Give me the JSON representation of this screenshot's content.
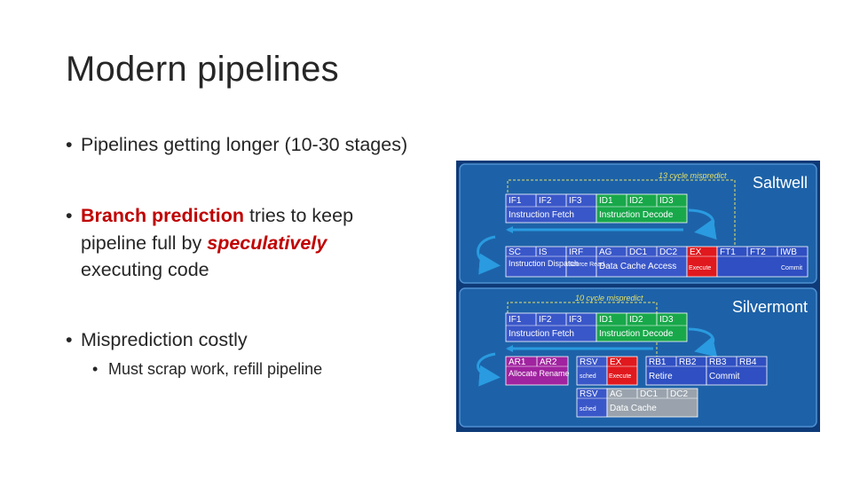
{
  "title": "Modern pipelines",
  "bullets": [
    {
      "text": "Pipelines getting longer (10-30 stages)"
    },
    {
      "line1_red": "Branch prediction",
      "line1_rest": " tries to keep",
      "line2_pre": "pipeline full by ",
      "line2_red": "speculatively",
      "line3": "executing code"
    },
    {
      "text": "Misprediction costly",
      "sub": "Must scrap work, refill pipeline"
    }
  ],
  "diagram": {
    "saltwell": {
      "name": "Saltwell",
      "mispredict": "13 cycle mispredict",
      "row1_stages": [
        "IF1",
        "IF2",
        "IF3",
        "ID1",
        "ID2",
        "ID3"
      ],
      "row1_groups": [
        "Instruction Fetch",
        "Instruction Decode"
      ],
      "row2_stages": [
        "SC",
        "IS",
        "IRF",
        "AG",
        "DC1",
        "DC2",
        "EX",
        "FT1",
        "FT2",
        "IWB"
      ],
      "row2_groups": [
        "Instruction Dispatch",
        "Source Read",
        "Data Cache Access",
        "Execute",
        "Commit"
      ]
    },
    "silvermont": {
      "name": "Silvermont",
      "mispredict": "10 cycle mispredict",
      "row1_stages": [
        "IF1",
        "IF2",
        "IF3",
        "ID1",
        "ID2",
        "ID3"
      ],
      "row1_groups": [
        "Instruction Fetch",
        "Instruction Decode"
      ],
      "row2_stages": [
        "AR1",
        "AR2",
        "RSV",
        "EX",
        "RB1",
        "RB2",
        "RB3",
        "RB4"
      ],
      "row2_groups": [
        "Allocate Rename",
        "sched",
        "Execute",
        "Retire",
        "Commit"
      ],
      "row3_stages": [
        "RSV",
        "AG",
        "DC1",
        "DC2"
      ],
      "row3_groups": [
        "sched",
        "Data Cache"
      ]
    },
    "colors": {
      "background": "#0e3a78",
      "panel": "#1d62a8",
      "fetch": "#3a57c9",
      "decode": "#18a84a",
      "gray": "#9aa3ad",
      "magenta": "#a0239f",
      "execute": "#e0191e",
      "commit": "#2f4fc2",
      "text": "#ffffff"
    }
  }
}
